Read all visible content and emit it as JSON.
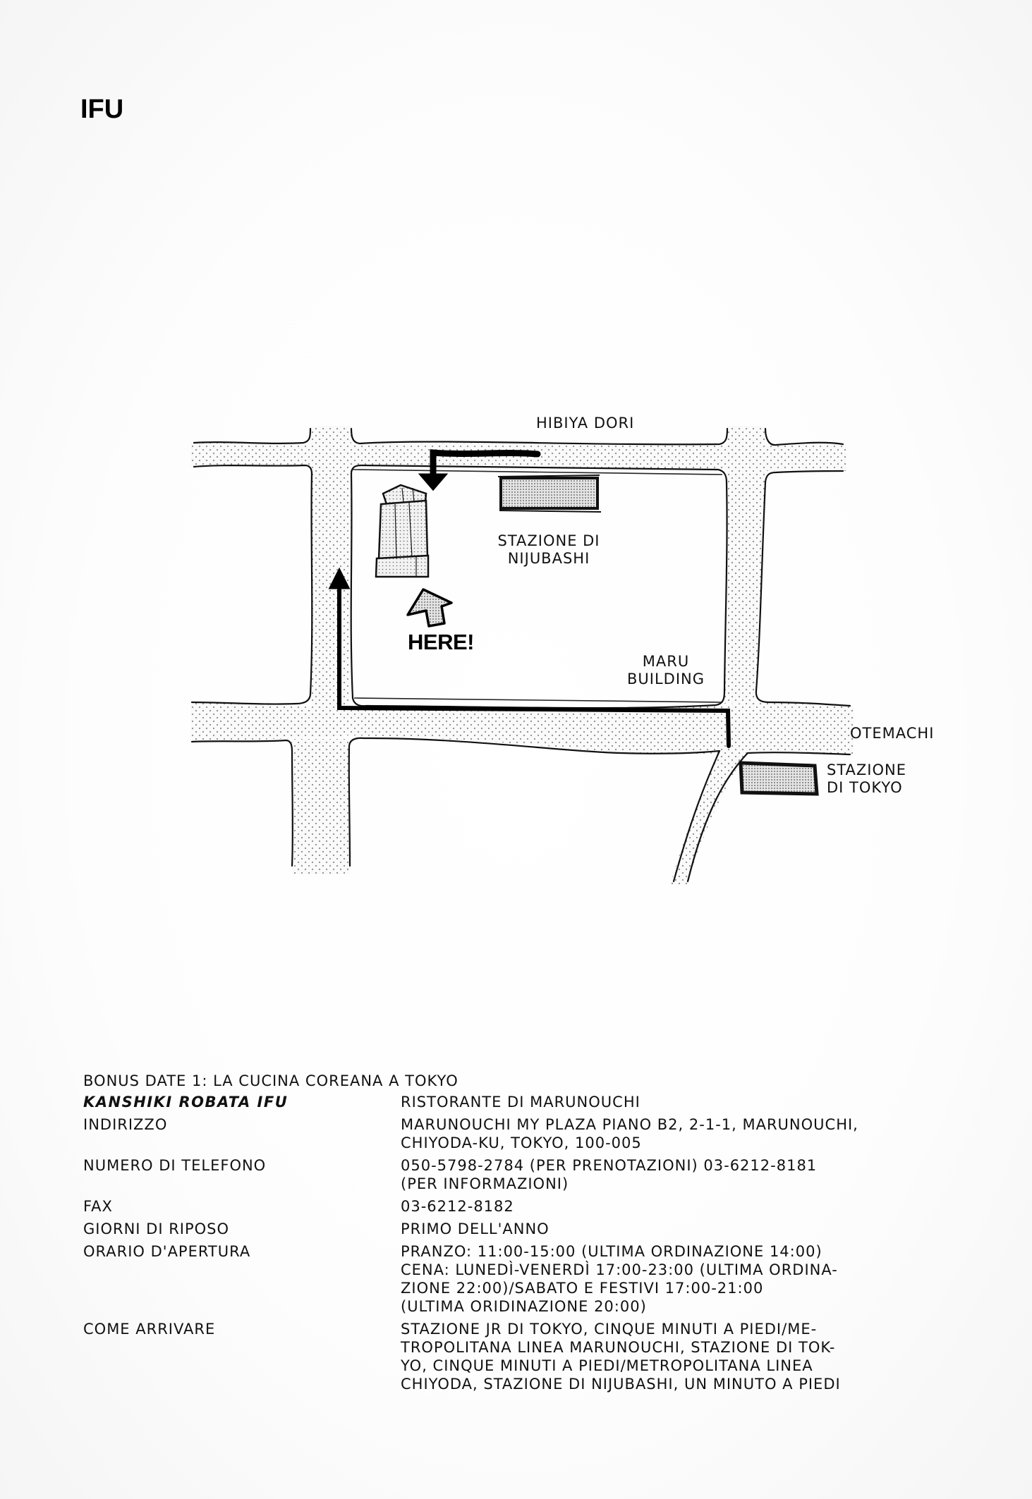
{
  "page": {
    "title": "IFU"
  },
  "map": {
    "labels": {
      "street_top": "Hibiya Dori",
      "nijubashi_station_line1": "Stazione di",
      "nijubashi_station_line2": "Nijubashi",
      "here": "HERE!",
      "maru_line1": "Maru",
      "maru_line2": "Building",
      "otemachi": "Otemachi",
      "tokyo_station_line1": "Stazione",
      "tokyo_station_line2": "di Tokyo"
    },
    "icons": {
      "destination_building": "skyscraper-icon",
      "here_arrow": "arrow-up-left-icon",
      "route": "route-path",
      "station": "station-block-icon"
    },
    "colors": {
      "road_fill": "#f4f4f4",
      "road_dots": "#9a9a9a",
      "ink": "#111111",
      "station_fill": "#bdbdbd"
    }
  },
  "info": {
    "heading": "Bonus date 1: la cucina coreana a Tokyo",
    "rows": [
      {
        "key": "Kanshiki Robata IFU",
        "lines": [
          "Ristorante di Marunouchi"
        ]
      },
      {
        "key": "Indirizzo",
        "lines": [
          "Marunouchi My Plaza piano B2, 2-1-1, Marunouchi,",
          "Chiyoda-ku, Tokyo, 100-005"
        ]
      },
      {
        "key": "Numero di telefono",
        "lines": [
          "050-5798-2784 (per prenotazioni) 03-6212-8181",
          "(per informazioni)"
        ]
      },
      {
        "key": "Fax",
        "lines": [
          "03-6212-8182"
        ]
      },
      {
        "key": "Giorni di riposo",
        "lines": [
          "Primo dell'anno"
        ]
      },
      {
        "key": "Orario d'apertura",
        "lines": [
          "Pranzo: 11:00-15:00 (ultima ordinazione 14:00)",
          "Cena: lunedì-venerdì 17:00-23:00 (ultima ordina-",
          "zione 22:00)/sabato e festivi 17:00-21:00",
          "(ultima oridinazione 20:00)"
        ]
      },
      {
        "key": "Come arrivare",
        "lines": [
          "Stazione JR di Tokyo, cinque minuti a piedi/me-",
          "tropolitana linea Marunouchi, stazione di Tok-",
          "yo, cinque minuti a piedi/metropolitana linea",
          "Chiyoda, stazione di Nijubashi, un minuto a piedi"
        ]
      }
    ]
  }
}
